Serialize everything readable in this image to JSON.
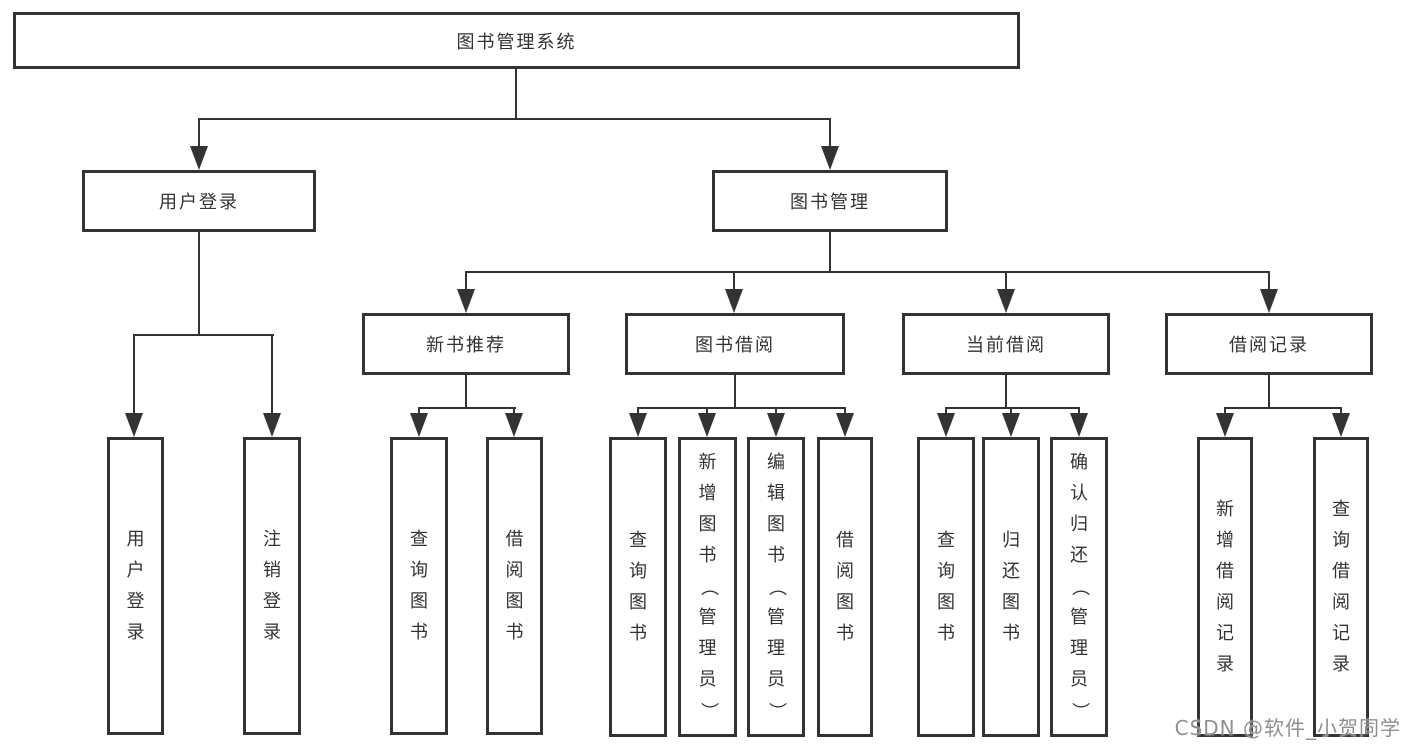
{
  "diagram": {
    "root": {
      "label": "图书管理系统"
    },
    "level2": {
      "user_login": {
        "label": "用户登录"
      },
      "book_mgmt": {
        "label": "图书管理"
      }
    },
    "level3": {
      "new_book_rec": {
        "label": "新书推荐"
      },
      "book_borrow": {
        "label": "图书借阅"
      },
      "current_borrow": {
        "label": "当前借阅"
      },
      "borrow_records": {
        "label": "借阅记录"
      }
    },
    "leaves": {
      "user_login": {
        "label": "用户登录"
      },
      "logout": {
        "label": "注销登录"
      },
      "query_books_rec": {
        "label": "查询图书"
      },
      "borrow_books_rec": {
        "label": "借阅图书"
      },
      "query_books_borrow": {
        "label": "查询图书"
      },
      "add_book_admin": {
        "label": "新增图书（管理员）"
      },
      "edit_book_admin": {
        "label": "编辑图书（管理员）"
      },
      "borrow_books_borrow": {
        "label": "借阅图书"
      },
      "query_books_current": {
        "label": "查询图书"
      },
      "return_books": {
        "label": "归还图书"
      },
      "confirm_return_admin": {
        "label": "确认归还（管理员）"
      },
      "add_borrow_record": {
        "label": "新增借阅记录"
      },
      "query_borrow_record": {
        "label": "查询借阅记录"
      }
    }
  },
  "watermark": {
    "text": "CSDN @软件_小贺同学"
  },
  "colors": {
    "line": "#333333",
    "text": "#333333",
    "watermark": "#8f8f8f",
    "background": "#ffffff"
  }
}
